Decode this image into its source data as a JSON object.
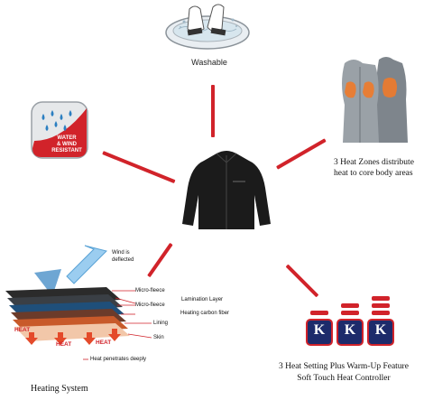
{
  "washable": {
    "label": "Washable"
  },
  "water_badge": {
    "line1": "WATER",
    "line2": "& WIND",
    "line3": "RESISTANT"
  },
  "heat_zones": {
    "line1": "3 Heat Zones distribute",
    "line2": "heat to core body areas"
  },
  "heating_system": {
    "title": "Heating System",
    "wind": "Wind is",
    "wind2": "deflected",
    "layers": [
      "Micro-fleece",
      "Lamination Layer",
      "Micro-fleece",
      "Heating carbon fiber",
      "Lining",
      "Skin"
    ],
    "heat_labels": [
      "HEAT",
      "HEAT",
      "HEAT"
    ],
    "penetrates": "Heat penetrates deeply"
  },
  "controller": {
    "line1": "3 Heat Setting Plus Warm-Up Feature",
    "line2": "Soft Touch Heat Controller",
    "button_letter": "K"
  },
  "colors": {
    "accent_red": "#d1232a",
    "jacket": "#1b1b1b",
    "vest": "#8f959b",
    "heat_orange": "#f07a2a"
  }
}
